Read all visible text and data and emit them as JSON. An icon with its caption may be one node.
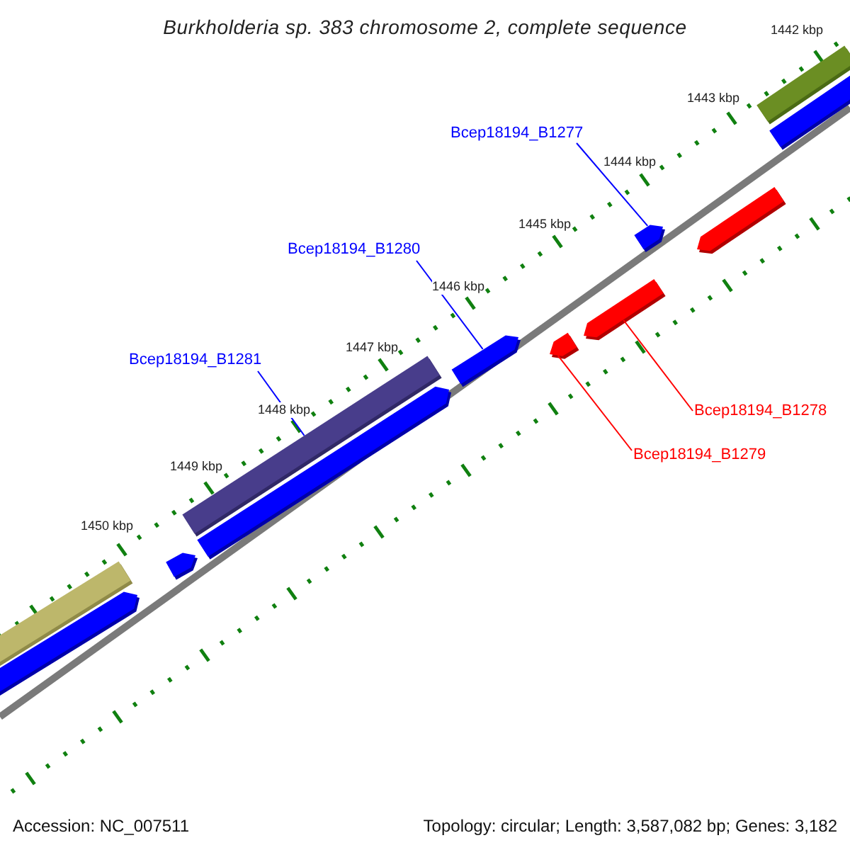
{
  "diagram": {
    "title": "Burkholderia sp. 383 chromosome 2, complete sequence",
    "nodes": [
      {
        "text": [
          "Bcep18194_B1277"
        ]
      },
      {
        "text": [
          "Bcep18194_B1280"
        ]
      },
      {
        "text": [
          "Bcep18194_B1281"
        ]
      },
      {
        "text": [
          "Bcep18194_B1278"
        ]
      },
      {
        "text": [
          "Bcep18194_B1279"
        ]
      },
      {
        "text": [],
        "shape": "bar"
      },
      {
        "text": [],
        "shape": "bar"
      },
      {
        "text": [],
        "shape": "bar"
      },
      {
        "text": [],
        "shape": "bar"
      },
      {
        "text": [],
        "shape": "bar"
      },
      {
        "text": [],
        "shape": "bar"
      },
      {
        "text": [],
        "shape": "bar"
      },
      {
        "text": [],
        "shape": "bar"
      },
      {
        "text": [],
        "shape": "bar"
      },
      {
        "text": [],
        "shape": "bar"
      },
      {
        "text": [],
        "shape": "bar"
      },
      {
        "text": [],
        "shape": "bar"
      }
    ],
    "edges": [
      {
        "from": 0,
        "to": 13,
        "arrow": "none"
      },
      {
        "from": 1,
        "to": 10,
        "arrow": "none"
      },
      {
        "from": 2,
        "to": 8,
        "arrow": "none"
      },
      {
        "from": 3,
        "to": 12,
        "arrow": "none",
        "color": "#ff0000"
      },
      {
        "from": 4,
        "to": 11,
        "arrow": "none",
        "color": "#ff0000"
      }
    ],
    "labels": [
      "1442 kbp",
      "1443 kbp",
      "1444 kbp",
      "1445 kbp",
      "1446 kbp",
      "1447 kbp",
      "1448 kbp",
      "1449 kbp",
      "1450 kbp",
      "Accession: NC_007511",
      "Topology: circular; Length: 3,587,082 bp; Genes: 3,182"
    ]
  }
}
